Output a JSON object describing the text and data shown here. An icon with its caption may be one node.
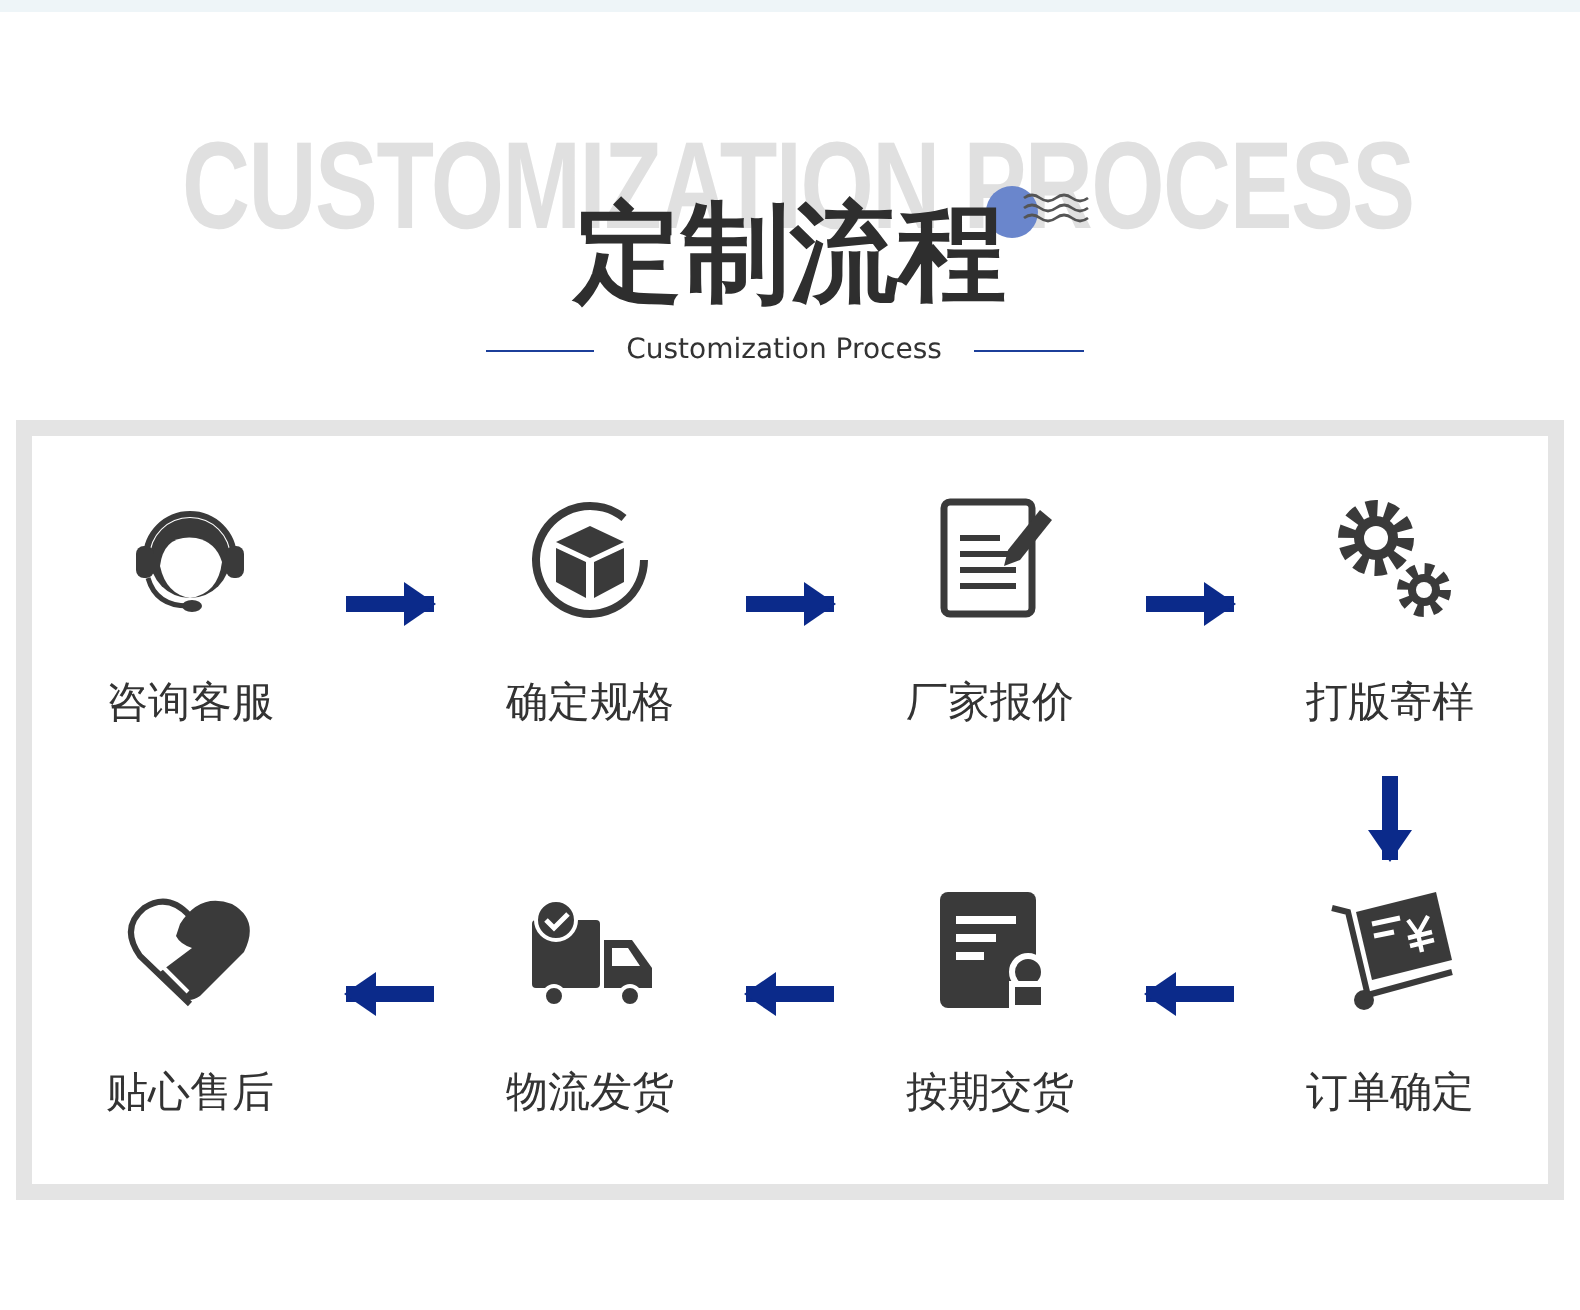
{
  "diagram": {
    "title": "定制流程",
    "nodes": [
      {
        "text": [
          "咨询客服"
        ]
      },
      {
        "text": [
          "确定规格"
        ]
      },
      {
        "text": [
          "厂家报价"
        ]
      },
      {
        "text": [
          "打版寄样"
        ]
      },
      {
        "text": [
          "贴心售后"
        ]
      },
      {
        "text": [
          "物流发货"
        ]
      },
      {
        "text": [
          "按期交货"
        ]
      },
      {
        "text": [
          "订单确定"
        ]
      }
    ],
    "edges": [
      {
        "from": 0,
        "to": 1,
        "arrow": "to"
      },
      {
        "from": 1,
        "to": 2,
        "arrow": "to"
      },
      {
        "from": 2,
        "to": 3,
        "arrow": "to"
      },
      {
        "from": 3,
        "to": 7,
        "arrow": "to"
      },
      {
        "from": 7,
        "to": 6,
        "arrow": "to"
      },
      {
        "from": 6,
        "to": 5,
        "arrow": "to"
      },
      {
        "from": 5,
        "to": 4,
        "arrow": "to"
      }
    ],
    "labels": [
      "CUSTOMIZATION PROCESS",
      "Customization Process"
    ]
  }
}
